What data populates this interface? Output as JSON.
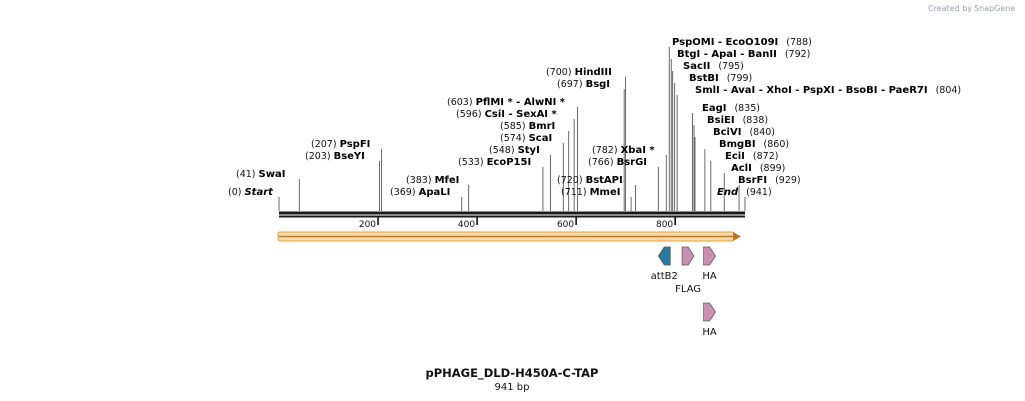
{
  "brand": {
    "created_by": "Created by",
    "app": "SnapGene"
  },
  "plasmid": {
    "name": "pPHAGE_DLD-H450A-C-TAP",
    "length_label": "941 bp",
    "length": 941
  },
  "colors": {
    "backbone": "#1a1a1a",
    "orf_fill": "#f5d9a8",
    "orf_edge": "#e8a23a",
    "attB2": "#2a7b9b",
    "flag": "#c98fb0",
    "ha": "#c98fb0"
  },
  "axis_ticks": [
    {
      "pos": 200,
      "label": "200"
    },
    {
      "pos": 400,
      "label": "400"
    },
    {
      "pos": 600,
      "label": "600"
    },
    {
      "pos": 800,
      "label": "800"
    }
  ],
  "rows": [
    {
      "sites": [
        {
          "pos": 0,
          "num": "(0)",
          "name": "Start",
          "italic": true
        },
        {
          "pos": 941,
          "name": "End",
          "num": "(941)",
          "italic": true
        }
      ]
    },
    {
      "sites": [
        {
          "pos": 41,
          "num": "(41)",
          "name": "SwaI"
        }
      ]
    },
    {
      "sites": [
        {
          "pos": 203,
          "num": "(203)",
          "name": "BseYI"
        }
      ]
    },
    {
      "sites": [
        {
          "pos": 207,
          "num": "(207)",
          "name": "PspFI"
        }
      ]
    },
    {
      "sites": [
        {
          "pos": 369,
          "num": "(369)",
          "name": "ApaLI"
        }
      ]
    },
    {
      "sites": [
        {
          "pos": 383,
          "num": "(383)",
          "name": "MfeI"
        }
      ]
    },
    {
      "sites": [
        {
          "pos": 533,
          "num": "(533)",
          "name": "EcoP15I"
        }
      ]
    },
    {
      "sites": [
        {
          "pos": 548,
          "num": "(548)",
          "name": "StyI"
        }
      ]
    },
    {
      "sites": [
        {
          "pos": 574,
          "num": "(574)",
          "name": "ScaI"
        }
      ]
    },
    {
      "sites": [
        {
          "pos": 585,
          "num": "(585)",
          "name": "BmrI"
        }
      ]
    },
    {
      "sites": [
        {
          "pos": 596,
          "num": "(596)",
          "name": "CsiI - SexAI *"
        }
      ]
    },
    {
      "sites": [
        {
          "pos": 603,
          "num": "(603)",
          "name": "PflMI * - AlwNI *"
        }
      ]
    },
    {
      "sites": [
        {
          "pos": 697,
          "num": "(697)",
          "name": "BsgI"
        }
      ]
    },
    {
      "sites": [
        {
          "pos": 700,
          "num": "(700)",
          "name": "HindIII"
        }
      ]
    },
    {
      "sites": [
        {
          "pos": 711,
          "num": "(711)",
          "name": "MmeI"
        }
      ]
    },
    {
      "sites": [
        {
          "pos": 720,
          "num": "(720)",
          "name": "BstAPI"
        }
      ]
    },
    {
      "sites": [
        {
          "pos": 766,
          "num": "(766)",
          "name": "BsrGI"
        }
      ]
    },
    {
      "sites": [
        {
          "pos": 782,
          "num": "(782)",
          "name": "XbaI *"
        }
      ]
    },
    {
      "sites": [
        {
          "pos": 788,
          "name": "PspOMI - EcoO109I",
          "num": "(788)"
        }
      ]
    },
    {
      "sites": [
        {
          "pos": 792,
          "name": "BtgI - ApaI - BanII",
          "num": "(792)"
        }
      ]
    },
    {
      "sites": [
        {
          "pos": 795,
          "name": "SacII",
          "num": "(795)"
        }
      ]
    },
    {
      "sites": [
        {
          "pos": 799,
          "name": "BstBI",
          "num": "(799)"
        }
      ]
    },
    {
      "sites": [
        {
          "pos": 804,
          "name": "SmlI - AvaI - XhoI - PspXI - BsoBI - PaeR7I",
          "num": "(804)"
        }
      ]
    },
    {
      "sites": [
        {
          "pos": 835,
          "name": "EagI",
          "num": "(835)"
        }
      ]
    },
    {
      "sites": [
        {
          "pos": 838,
          "name": "BsiEI",
          "num": "(838)"
        }
      ]
    },
    {
      "sites": [
        {
          "pos": 840,
          "name": "BciVI",
          "num": "(840)"
        }
      ]
    },
    {
      "sites": [
        {
          "pos": 860,
          "name": "BmgBI",
          "num": "(860)"
        }
      ]
    },
    {
      "sites": [
        {
          "pos": 872,
          "name": "EciI",
          "num": "(872)"
        }
      ]
    },
    {
      "sites": [
        {
          "pos": 899,
          "name": "AclI",
          "num": "(899)"
        }
      ]
    },
    {
      "sites": [
        {
          "pos": 929,
          "name": "BsrFI",
          "num": "(929)"
        }
      ]
    }
  ],
  "features": [
    {
      "name": "orf",
      "start": 0,
      "end": 941,
      "type": "orf",
      "label": ""
    },
    {
      "name": "attB2",
      "start": 766,
      "end": 790,
      "type": "attB2",
      "label": "attB2",
      "direction": "reverse"
    },
    {
      "name": "FLAG",
      "start": 814,
      "end": 838,
      "type": "flag",
      "label": "FLAG",
      "direction": "forward"
    },
    {
      "name": "HA",
      "start": 856,
      "end": 883,
      "type": "ha",
      "label": "HA",
      "direction": "forward"
    },
    {
      "name": "HA2",
      "start": 856,
      "end": 883,
      "type": "ha",
      "label": "HA",
      "direction": "forward"
    }
  ]
}
